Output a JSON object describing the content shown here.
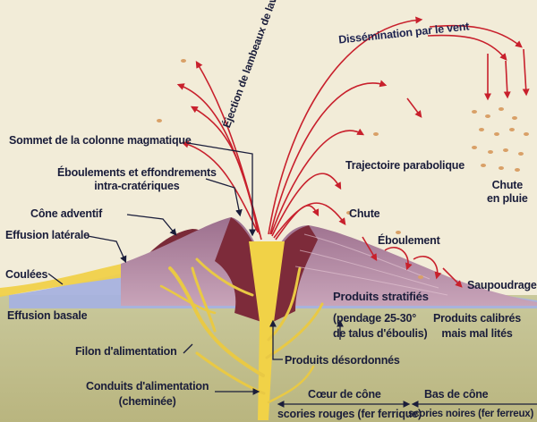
{
  "labels": {
    "dissemination": "Dissémination par le vent",
    "ejection": "Éjection de lambeaux de lave",
    "sommet": "Sommet de la colonne magmatique",
    "eboulements_l1": "Éboulements et effondrements",
    "eboulements_l2": "intra-cratériques",
    "cone_adventif": "Cône adventif",
    "effusion_laterale": "Effusion latérale",
    "coulees": "Coulées",
    "effusion_basale": "Effusion basale",
    "trajectoire": "Trajectoire parabolique",
    "chute": "Chute",
    "chute_en_pluie_l1": "Chute",
    "chute_en_pluie_l2": "en pluie",
    "eboulement": "Éboulement",
    "saupoudrage": "Saupoudrage",
    "produits_stratifies": "Produits stratifiés",
    "pendage_l1": "(pendage 25-30°",
    "pendage_l2": "de talus d'éboulis)",
    "produits_calibres_l1": "Produits calibrés",
    "produits_calibres_l2": "mais mal lités",
    "filon": "Filon d'alimentation",
    "produits_desordonnes": "Produits désordonnés",
    "conduits_l1": "Conduits d'alimentation",
    "conduits_l2": "(cheminée)",
    "coeur_de_cone": "Cœur de cône",
    "scories_rouges": "scories rouges (fer ferrique)",
    "bas_de_cone": "Bas de cône",
    "scories_noires": "scories noires (fer ferreux)"
  },
  "colors": {
    "background": "#f2ecd8",
    "sky_band": "#dfe3ea",
    "ground": "#c8c79a",
    "cone": "#b78ea8",
    "cone_dark": "#7d2b3a",
    "lava": "#f1d247",
    "tephra": "#aab4e0",
    "arrows": "#c8202c",
    "text": "#1a1d3a"
  }
}
